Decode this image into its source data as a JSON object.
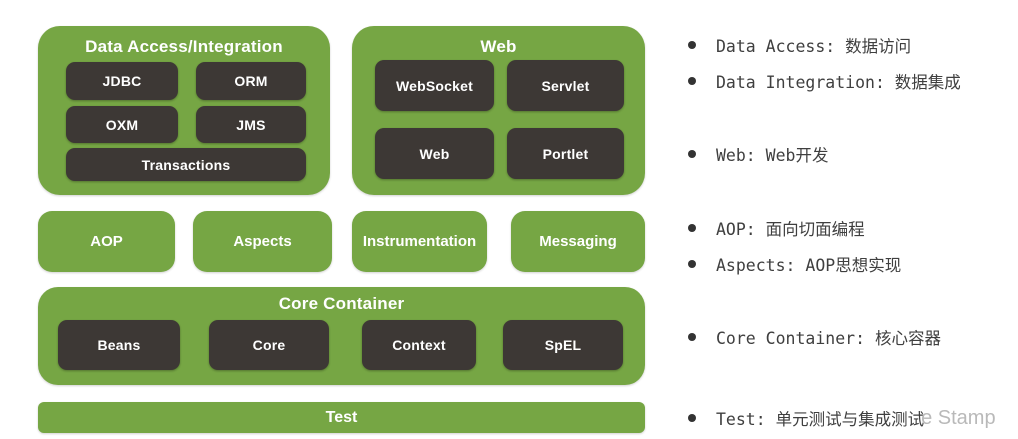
{
  "colors": {
    "container_green": "#76A644",
    "module_dark": "#3D3835",
    "module_text": "#FFFFFF",
    "note_text": "#3F3F3F",
    "note_bullet": "#333333",
    "watermark_gray": "#B9B9B9",
    "background": "#FFFFFF"
  },
  "diagram": {
    "data_access_integration": {
      "title": "Data Access/Integration",
      "boxes": [
        "JDBC",
        "ORM",
        "OXM",
        "JMS",
        "Transactions"
      ]
    },
    "web": {
      "title": "Web",
      "boxes": [
        "WebSocket",
        "Servlet",
        "Web",
        "Portlet"
      ]
    },
    "middle_modules": [
      "AOP",
      "Aspects",
      "Instrumentation",
      "Messaging"
    ],
    "core_container": {
      "title": "Core Container",
      "boxes": [
        "Beans",
        "Core",
        "Context",
        "SpEL"
      ]
    },
    "test": {
      "title": "Test"
    }
  },
  "notes": {
    "items": [
      {
        "text": "Data Access: 数据访问"
      },
      {
        "text": "Data Integration: 数据集成"
      },
      {
        "text": "Web: Web开发"
      },
      {
        "text": "AOP: 面向切面编程"
      },
      {
        "text": "Aspects: AOP思想实现"
      },
      {
        "text": "Core Container: 核心容器"
      },
      {
        "text": "Test: 单元测试与集成测试",
        "watermark": "e Stamp"
      }
    ]
  }
}
